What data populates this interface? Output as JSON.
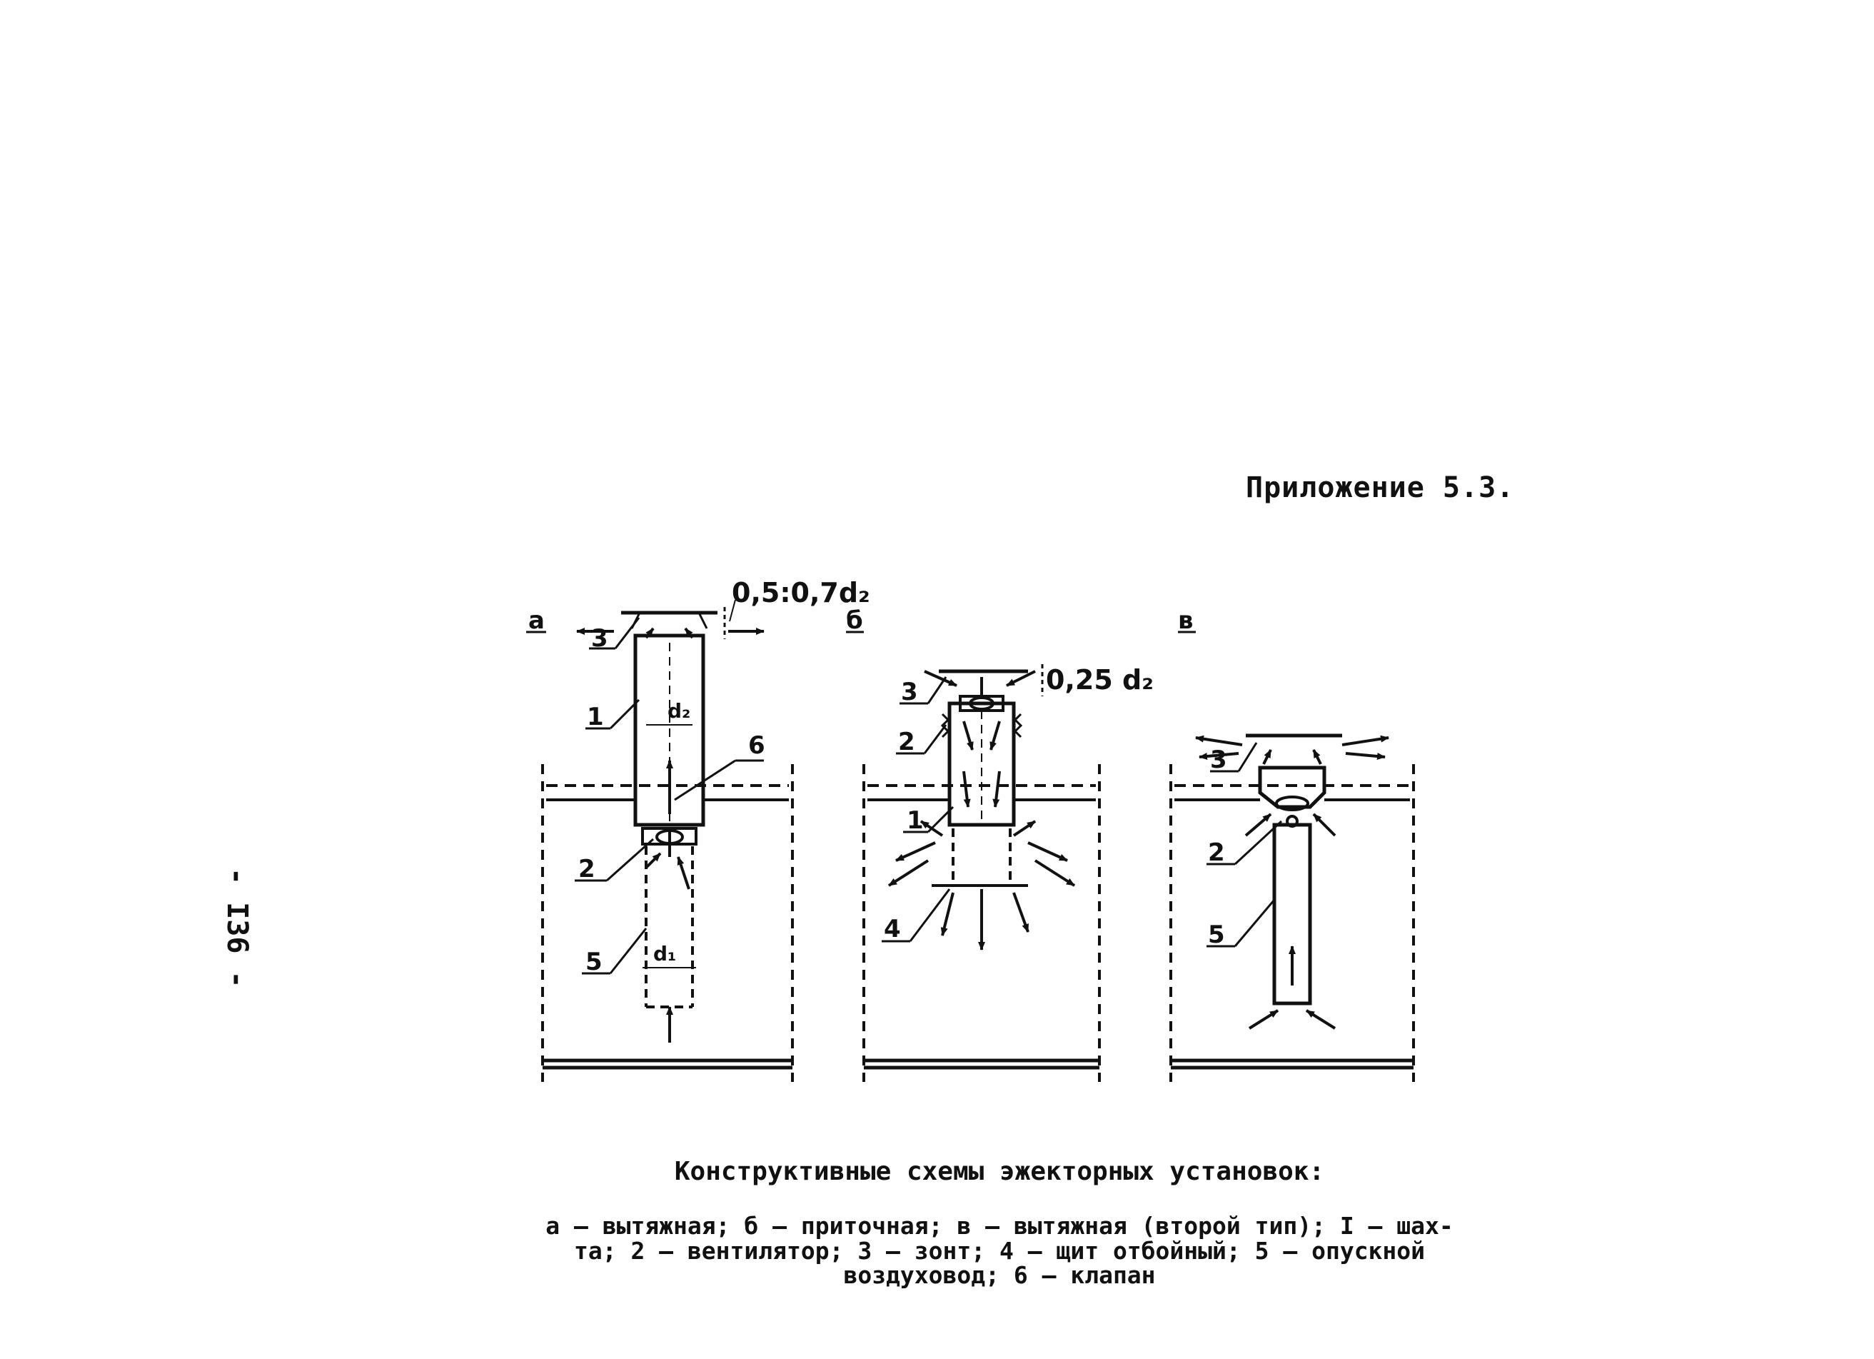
{
  "header": {
    "appendix": "Приложение 5.3."
  },
  "page_number": "- I36 -",
  "figure": {
    "schemes": [
      {
        "letter": "а",
        "dimension": "0,5:0,7d₂",
        "d2": "d₂",
        "d1": "d₁",
        "labels": [
          "3",
          "1",
          "6",
          "2",
          "5"
        ]
      },
      {
        "letter": "б",
        "dimension": "0,25 d₂",
        "labels": [
          "3",
          "2",
          "1",
          "4"
        ]
      },
      {
        "letter": "в",
        "labels": [
          "3",
          "2",
          "5"
        ]
      }
    ]
  },
  "caption": {
    "title": "Конструктивные схемы эжекторных установок:",
    "legend_line1": "а – вытяжная; б – приточная; в – вытяжная (второй тип); I – шах-",
    "legend_line2": "та; 2 – вентилятор; 3 – зонт; 4 – щит отбойный; 5 – опускной",
    "legend_line3": "воздуховод; 6 – клапан"
  }
}
